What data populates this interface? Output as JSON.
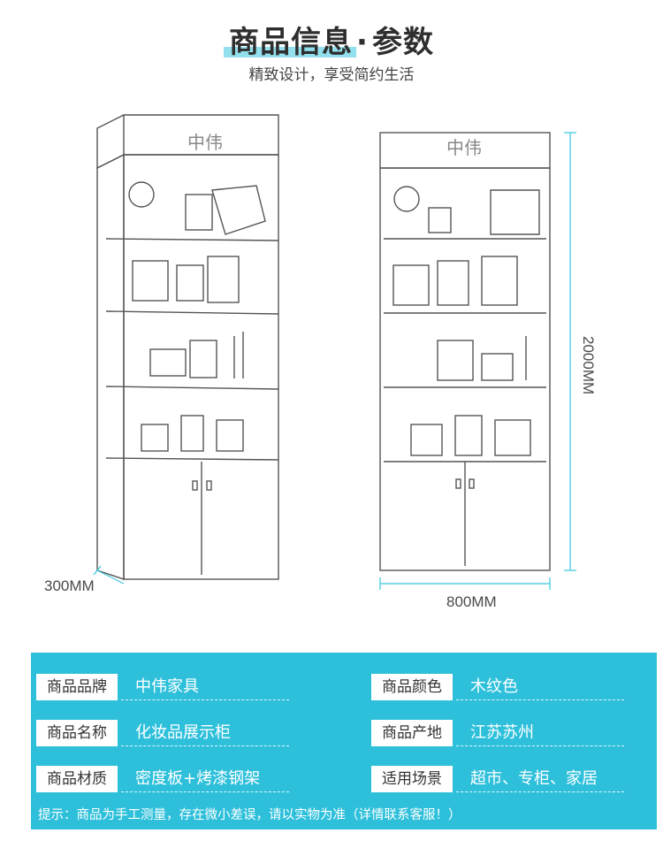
{
  "header": {
    "title_main": "商品信息",
    "title_dot": "·",
    "title_rest": "参数",
    "subtitle": "精致设计，享受简约生活"
  },
  "drawings": {
    "logo_text": "中伟",
    "depth_label": "300MM",
    "width_label": "800MM",
    "height_label": "2000MM",
    "accent_color": "#38c6de"
  },
  "info": {
    "rows": [
      {
        "label": "商品品牌",
        "value": "中伟家具"
      },
      {
        "label": "商品颜色",
        "value": "木纹色"
      },
      {
        "label": "商品名称",
        "value": "化妆品展示柜"
      },
      {
        "label": "商品产地",
        "value": "江苏苏州"
      },
      {
        "label": "商品材质",
        "value": "密度板+烤漆钢架"
      },
      {
        "label": "适用场景",
        "value": "超市、专柜、家居"
      }
    ],
    "note": "提示：商品为手工测量，存在微小差误，请以实物为准（详情联系客服！）",
    "panel_color": "#2ec0db"
  }
}
